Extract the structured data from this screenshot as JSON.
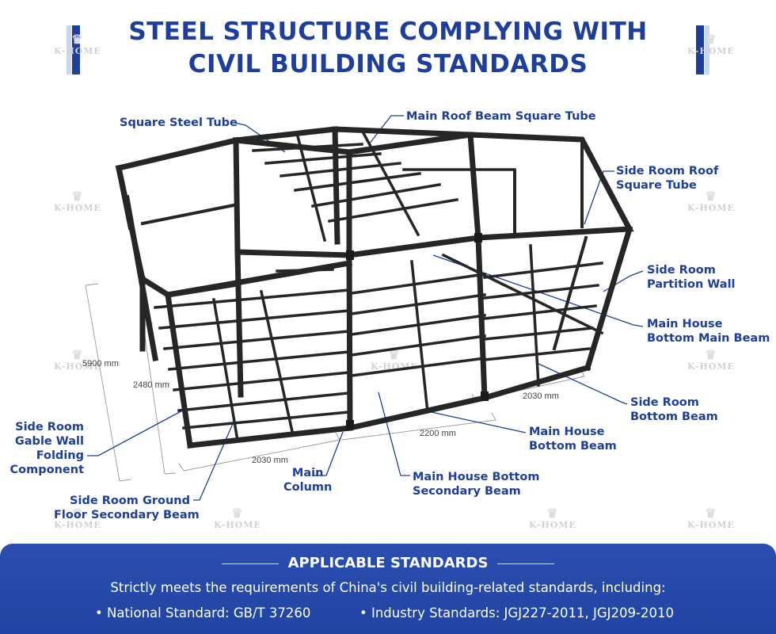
{
  "title": {
    "line1": "STEEL STRUCTURE COMPLYING WITH",
    "line2": "CIVIL BUILDING STANDARDS"
  },
  "watermark": {
    "text": "K-HOME",
    "icon": "crown-icon"
  },
  "labels": {
    "square_steel_tube": "Square Steel Tube",
    "main_roof_beam": "Main Roof Beam Square Tube",
    "side_room_roof_1": "Side Room Roof",
    "side_room_roof_2": "Square Tube",
    "partition_1": "Side Room",
    "partition_2": "Partition Wall",
    "main_bottom_main_1": "Main House",
    "main_bottom_main_2": "Bottom Main Beam",
    "side_bottom_1": "Side Room",
    "side_bottom_2": "Bottom Beam",
    "main_bottom_beam_1": "Main House",
    "main_bottom_beam_2": "Bottom Beam",
    "main_bottom_secondary_1": "Main House Bottom",
    "main_bottom_secondary_2": "Secondary Beam",
    "main_column_1": "Main",
    "main_column_2": "Column",
    "ground_floor_1": "Side Room Ground",
    "ground_floor_2": "Floor Secondary Beam",
    "gable_1": "Side Room",
    "gable_2": "Gable Wall",
    "gable_3": "Folding",
    "gable_4": "Component"
  },
  "dimensions": {
    "height_total": "5900 mm",
    "height_inner": "2480 mm",
    "width_front": "2030 mm",
    "width_mid": "2200 mm",
    "width_right": "2030 mm"
  },
  "standards": {
    "heading": "APPLICABLE STANDARDS",
    "intro": "Strictly meets the requirements of China's civil building-related standards, including:",
    "national": "• National Standard: GB/T 37260",
    "industry": "• Industry Standards: JGJ227-2011, JGJ209-2010"
  },
  "colors": {
    "brand": "#1d3f9b",
    "panel": "#2448a8",
    "steel": "#2b2b2b"
  }
}
